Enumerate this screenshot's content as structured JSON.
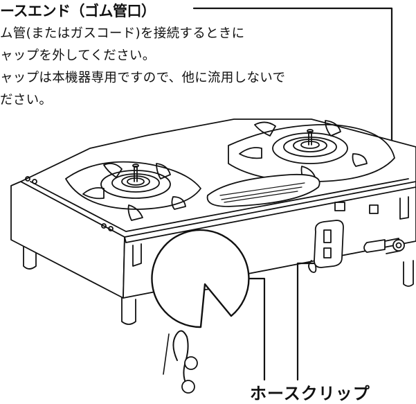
{
  "title": "ースエンド（ゴム管口）",
  "notes": [
    "ム管(またはガスコード)を接続するときに",
    "ャップを外してください。",
    "ャップは本機器専用ですので、他に流用しないで",
    "ださい。"
  ],
  "hose_clip_label": "ホースクリップ"
}
